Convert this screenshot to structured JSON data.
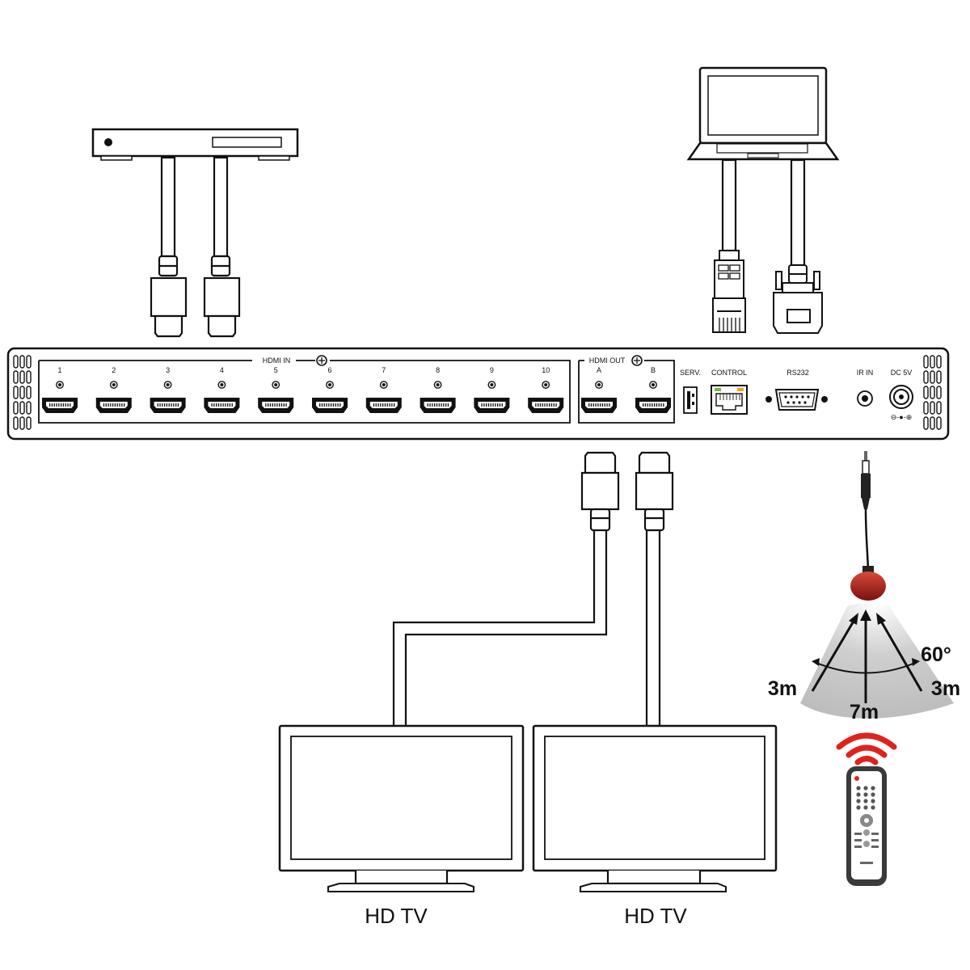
{
  "panel": {
    "hdmi_in_label": "HDMI IN",
    "hdmi_in_ports": [
      "1",
      "2",
      "3",
      "4",
      "5",
      "6",
      "7",
      "8",
      "9",
      "10"
    ],
    "hdmi_out_label": "HDMI OUT",
    "hdmi_out_ports": [
      "A",
      "B"
    ],
    "serv_label": "SERV.",
    "control_label": "CONTROL",
    "rs232_label": "RS232",
    "ir_in_label": "IR IN",
    "dc_label": "DC 5V",
    "dc_polarity": "⊖-●-⊕"
  },
  "displays": [
    {
      "label": "HD TV"
    },
    {
      "label": "HD TV"
    }
  ],
  "ir_receiver": {
    "angle": "60°",
    "range_left": "3m",
    "range_center": "7m",
    "range_right": "3m"
  },
  "colors": {
    "line": "#1a1a1a",
    "ir_head": "#b21e1e",
    "ir_signal": "#e0221f",
    "ir_cone": "#cfcfcf",
    "led_green": "#7ab648",
    "led_orange": "#f0a020"
  }
}
